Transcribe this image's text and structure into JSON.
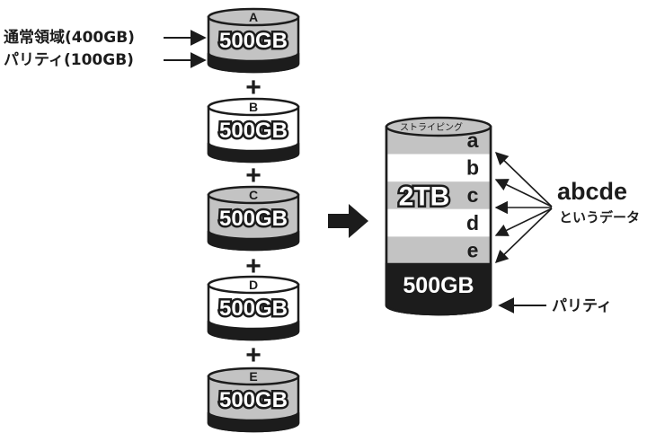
{
  "labels": {
    "normal_area": "通常領域(400GB)",
    "parity_left": "パリティ(100GB)",
    "plus": "+",
    "striping": "ストライピング",
    "total": "2TB",
    "parity_block": "500GB",
    "data_title": "abcde",
    "data_subtitle": "というデータ",
    "parity_right": "パリティ"
  },
  "disks": [
    {
      "letter": "A",
      "capacity": "500GB",
      "shade": "gray"
    },
    {
      "letter": "B",
      "capacity": "500GB",
      "shade": "white"
    },
    {
      "letter": "C",
      "capacity": "500GB",
      "shade": "gray"
    },
    {
      "letter": "D",
      "capacity": "500GB",
      "shade": "white"
    },
    {
      "letter": "E",
      "capacity": "500GB",
      "shade": "gray"
    }
  ],
  "stripes": [
    "a",
    "b",
    "c",
    "d",
    "e"
  ],
  "colors": {
    "gray": "#c3c3c3",
    "dark": "#1c1c1c",
    "white": "#ffffff",
    "stroke": "#1c1c1c"
  }
}
